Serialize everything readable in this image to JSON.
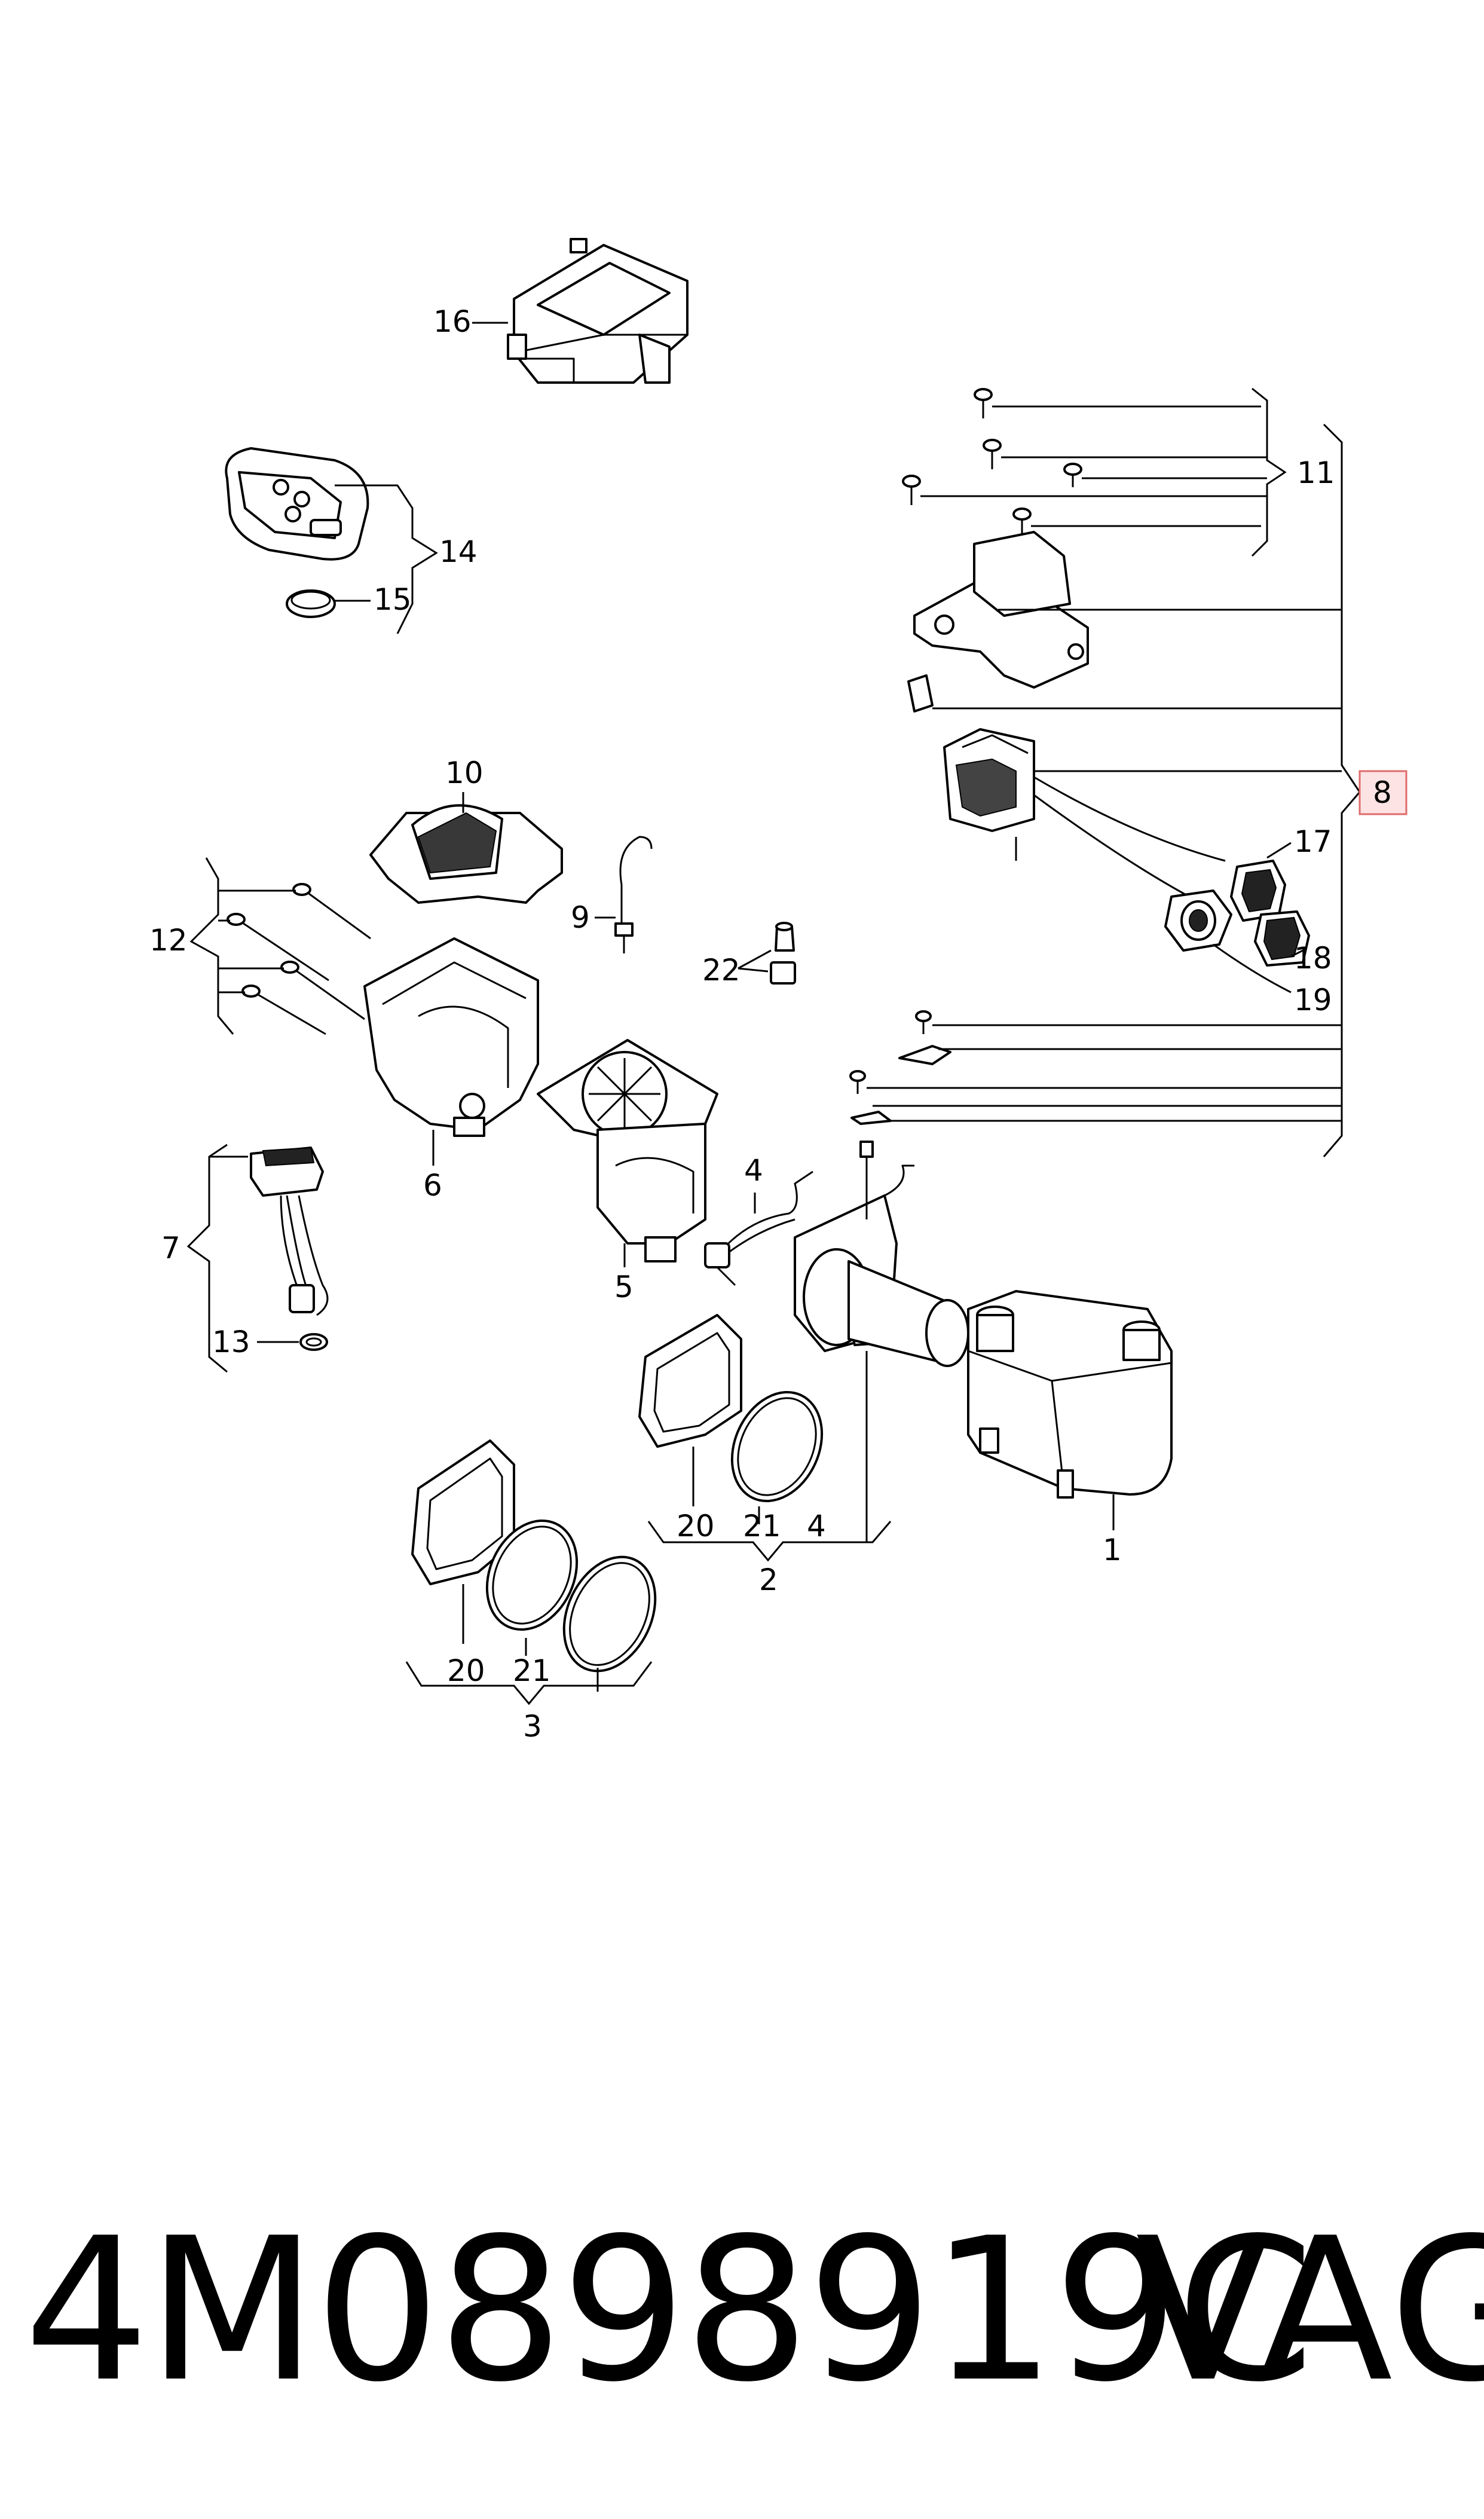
{
  "diagram": {
    "callouts": {
      "p1": "1",
      "p2": "2",
      "p3": "3",
      "p4a": "4",
      "p4b": "4",
      "p5": "5",
      "p6": "6",
      "p7": "7",
      "p8": "8",
      "p9": "9",
      "p10": "10",
      "p11": "11",
      "p12": "12",
      "p13": "13",
      "p14": "14",
      "p15": "15",
      "p16": "16",
      "p17": "17",
      "p18": "18",
      "p19": "19",
      "p20a": "20",
      "p20b": "20",
      "p21a": "21",
      "p21b": "21",
      "p22": "22"
    },
    "highlight_color": "#e06b6b"
  },
  "footer": {
    "part_number": "4M0898919C",
    "brand": "VAG"
  }
}
